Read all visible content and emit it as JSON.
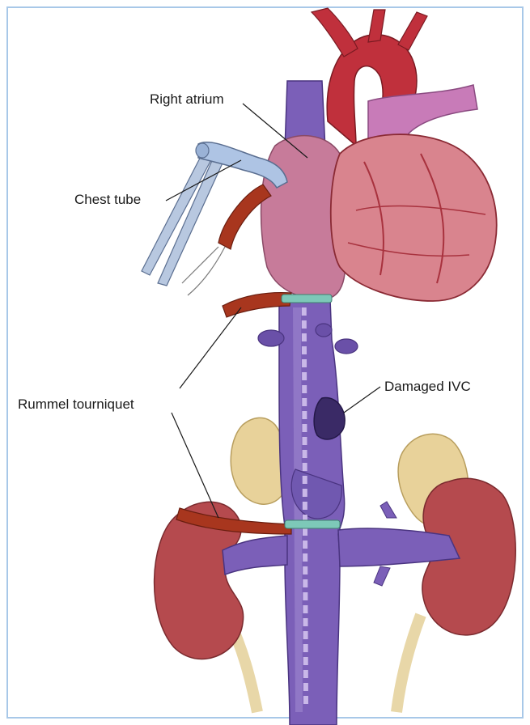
{
  "labels": {
    "right_atrium": "Right atrium",
    "chest_tube": "Chest tube",
    "damaged_ivc": "Damaged IVC",
    "rummel_tourniquet": "Rummel tourniquet"
  },
  "colors": {
    "frame": "#a8c8e8",
    "vena_cava": "#7b5fb8",
    "vena_cava_shade": "#5b4296",
    "heart": "#d9848e",
    "heart_dark": "#a8323e",
    "aorta": "#c0303c",
    "kidney": "#b54a4e",
    "adrenal": "#e8d29a",
    "tourniquet": "#a8361e",
    "tube": "#aec4e4",
    "band": "#7dc8b8",
    "ureter": "#f0e2bc"
  }
}
